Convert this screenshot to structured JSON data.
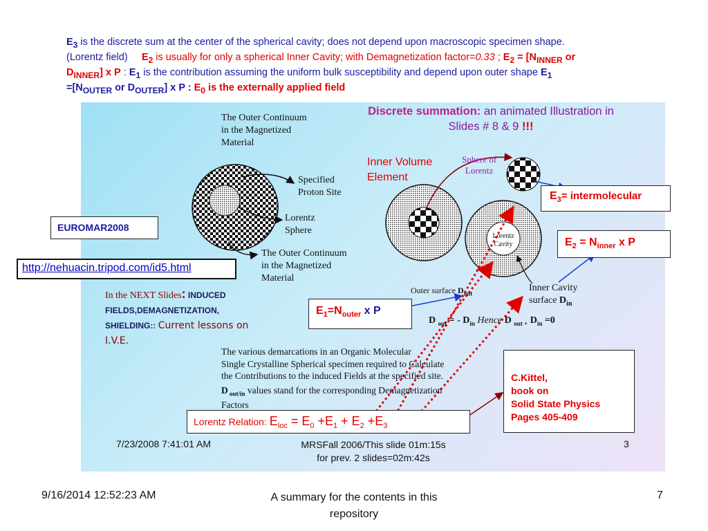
{
  "header": {
    "e3_sym": "E",
    "e3_sub": "3",
    "line1_text": " is the discrete sum at the center of the spherical cavity; does not depend upon macroscopic specimen shape.",
    "lorentz_field": "(Lorentz field)",
    "e2_sym": "E",
    "e2_sub": "2",
    "e2_text": " is usually for only a spherical Inner Cavity; with Demagnetization factor=",
    "demag_value": "0.33",
    "semicolon": " ; ",
    "e2_formula_a": "E",
    "e2_formula_sub": "2",
    "e2_formula_b": " = [N",
    "n_inner_sub": "INNER",
    "or_word": " or",
    "d_letter": "D",
    "d_inner_sub": "INNER",
    "close_xp": "] x P",
    "colon": "   :   ",
    "e1_sym": "E",
    "e1_sub": "1",
    "e1_text": " is the contribution assuming the uniform bulk susceptibility and depend upon outer shape ",
    "e1b_sym": "E",
    "e1b_sub": "1",
    "eq_n_outer": "=[N",
    "n_outer_sub": "OUTER",
    "or_d": " or D",
    "d_outer_sub": "OUTER",
    "close_xp2": "] x P  :   ",
    "e0_sym": "E",
    "e0_sub": "0",
    "e0_text": " is the externally applied field"
  },
  "diagram": {
    "title_bold": "Discrete summation:",
    "title_rest": " an animated Illustration in",
    "title_line2": "Slides # 8 & 9 ",
    "title_excl": "!!!",
    "outer_continuum_top": "The Outer Continuum\nin the Magnetized\nMaterial",
    "specified_proton": "Specified\nProton Site",
    "lorentz_sphere": "Lorentz\nSphere",
    "outer_continuum_bottom": "The Outer Continuum\nin the Magnetized\nMaterial",
    "inner_volume": "Inner Volume\nElement",
    "sphere_of_lorentz": "Sphere of\nLorentz",
    "lorentz_cavity": "Lorentz\nCavity",
    "e3_box_sym": "E",
    "e3_box_sub": "3",
    "e3_box_text": "= intermolecular",
    "e2_box_sym": "E",
    "e2_box_sub": "2",
    "e2_box_eq": " = N",
    "e2_box_nsub": "inner",
    "e2_box_xp": " x P",
    "outer_surface": "Outer surface ",
    "outer_surface_d": "D",
    "outer_surface_sub": "out",
    "inner_cavity": "Inner Cavity\nsurface ",
    "inner_cavity_d": "D",
    "inner_cavity_sub": "in",
    "e1_box_sym": "E",
    "e1_box_sub": "1",
    "e1_box_eq": "=N",
    "e1_box_nsub": "outer",
    "e1_box_xp": " x P",
    "d_relation_a": "D ",
    "d_relation_sub1": "out",
    "d_relation_b": " = - D",
    "d_relation_sub2": "in",
    "d_relation_hence": "  Hence ",
    "d_relation_c": "D ",
    "d_relation_sub3": "out +",
    "d_relation_d": " D",
    "d_relation_sub4": "in",
    "d_relation_e": " =0",
    "euromar": "EUROMAR2008",
    "url": "http://nehuacin.tripod.com/id5.html",
    "next_slides_serif": "In the NEXT Slides",
    "next_slides_colon": ":",
    "next_slides_bold": " INDUCED FIELDS,DEMAGNETIZATION, SHIELDING:: ",
    "next_slides_rest": "Current lessons on I.V.E.",
    "demarcations_text": "The various demarcations in an Organic Molecular\n Single Crystalline Spherical specimen required to Calculate\n the Contributions to the induced Fields at the specified site.",
    "d_outin": "D",
    "d_outin_sub": " out/in",
    "d_outin_rest": " values stand for the corresponding Demagnetization",
    "factors": "Factors",
    "lorentz_relation_label": "Lorentz Relation: ",
    "lorentz_relation_eq": "E",
    "lr_sub_loc": "loc",
    "lr_part1": " = E",
    "lr_sub0": "0",
    "lr_part2": " +E",
    "lr_sub1": "1",
    "lr_part3": " + E",
    "lr_sub2": "2",
    "lr_part4": " +E",
    "lr_sub3": "3",
    "kittel": "C.Kittel,\nbook on\nSolid State Physics\nPages 405-409",
    "inner_date": "7/23/2008 7:41:01 AM",
    "inner_center": "MRSFall 2006/This slide 01m:15s\nfor  prev. 2 slides=02m:42s",
    "inner_page": "3"
  },
  "footer": {
    "date": "9/16/2014 12:52:23 AM",
    "title": "A summary for the contents in this\nrepository",
    "page": "7"
  }
}
